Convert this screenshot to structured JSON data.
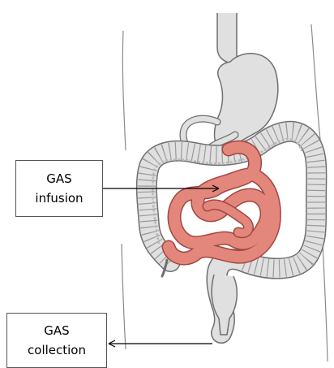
{
  "labels": {
    "infusion": {
      "line1": "GAS",
      "line2": "infusion"
    },
    "collection": {
      "line1": "GAS",
      "line2": "collection"
    }
  },
  "colors": {
    "organ_fill": "#e0e0e0",
    "organ_outline": "#6f6f6f",
    "small_intestine_fill": "#e3867b",
    "small_intestine_outline": "#a3463f",
    "tube": "#b8b8b8",
    "arrow": "#000000"
  },
  "icons": [
    "arrow-right-icon",
    "arrow-left-icon"
  ]
}
